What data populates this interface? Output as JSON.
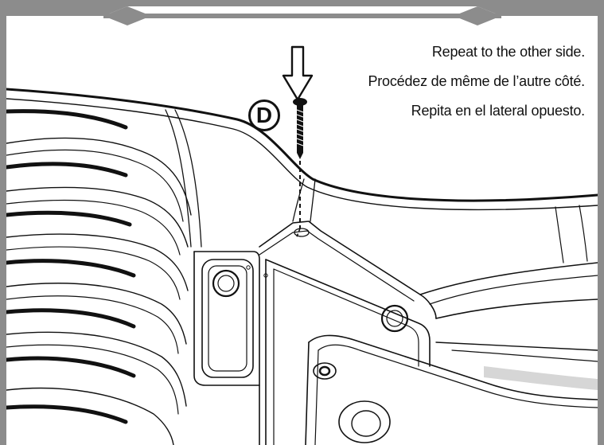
{
  "instructions": {
    "en": "Repeat to the other side.",
    "fr": "Procédez de même de l’autre côté.",
    "es": "Repita en el lateral opuesto."
  },
  "callout": {
    "label": "D"
  },
  "colors": {
    "frame": "#8c8c8c",
    "panel": "#ffffff",
    "line": "#111111"
  },
  "icons": {
    "arrow": "down-arrow-icon",
    "screw": "screw-icon"
  }
}
